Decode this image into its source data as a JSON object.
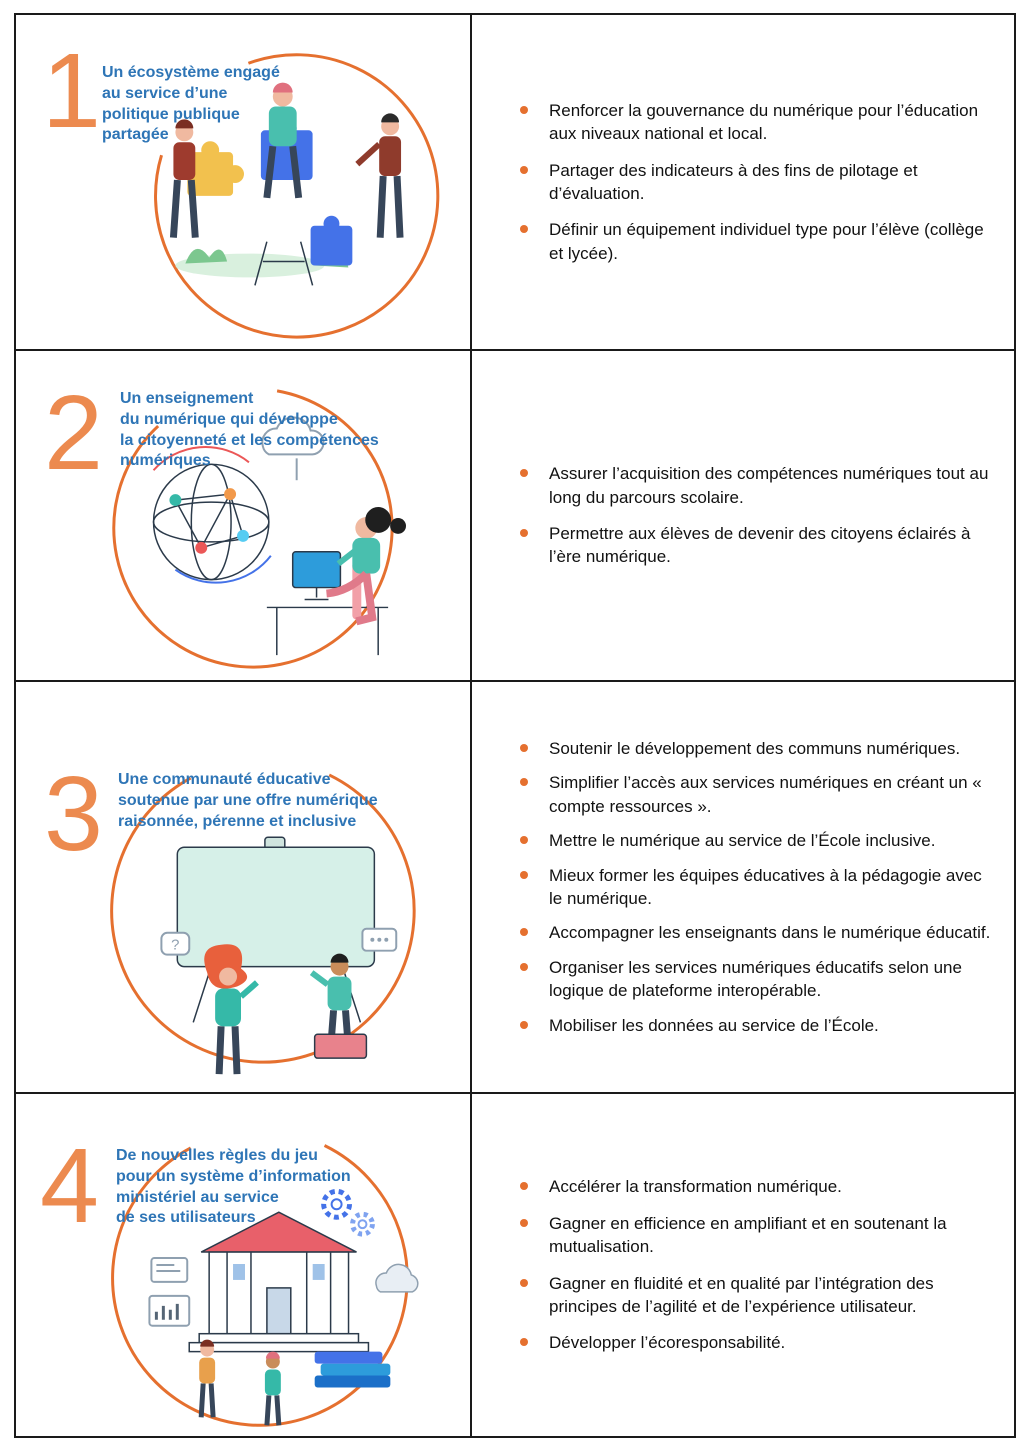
{
  "colors": {
    "accent_orange": "#E5702F",
    "number_orange": "#EC8A4F",
    "heading_blue": "#2E75B6",
    "text_color": "#111111",
    "border_color": "#1a1a1a"
  },
  "rows": [
    {
      "number": "1",
      "title": "Un écosystème engagé\nau service d’une\npolitique publique\npartagée",
      "illustration": "puzzle-teamwork",
      "bullets": [
        "Renforcer la gouvernance du numérique pour l’éducation aux niveaux national et local.",
        "Partager des indicateurs à des fins de pilotage et d’évaluation.",
        "Définir un équipement individuel type pour l’élève (collège et lycée)."
      ]
    },
    {
      "number": "2",
      "title": "Un enseignement\ndu numérique qui développe\nla citoyenneté et les compétences\nnumériques",
      "illustration": "digital-citizenship",
      "bullets": [
        "Assurer l’acquisition des compétences numériques tout au long du parcours scolaire.",
        "Permettre aux élèves de devenir des citoyens éclairés à l’ère numérique."
      ]
    },
    {
      "number": "3",
      "title": "Une communauté éducative\nsoutenue par une offre numérique\nraisonnée, pérenne et inclusive",
      "illustration": "community-whiteboard",
      "bullets": [
        "Soutenir le développement des communs numériques.",
        "Simplifier l’accès aux services numériques en créant un « compte ressources ».",
        "Mettre le numérique au service de l’École inclusive.",
        "Mieux former les équipes éducatives à la pédagogie avec le numérique.",
        "Accompagner les enseignants dans le numérique éducatif.",
        "Organiser les services numériques éducatifs selon une logique de plateforme interopérable.",
        "Mobiliser les données au service de l’École."
      ]
    },
    {
      "number": "4",
      "title": "De nouvelles règles du jeu\npour un système d’information\nministériel au service\nde ses utilisateurs",
      "illustration": "ministry-building",
      "bullets": [
        "Accélérer la transformation numérique.",
        "Gagner en efficience en amplifiant et en soutenant la mutualisation.",
        "Gagner en fluidité et en qualité par l’intégration des principes de l’agilité et de l’expérience utilisateur.",
        "Développer l’écoresponsabilité."
      ]
    }
  ]
}
